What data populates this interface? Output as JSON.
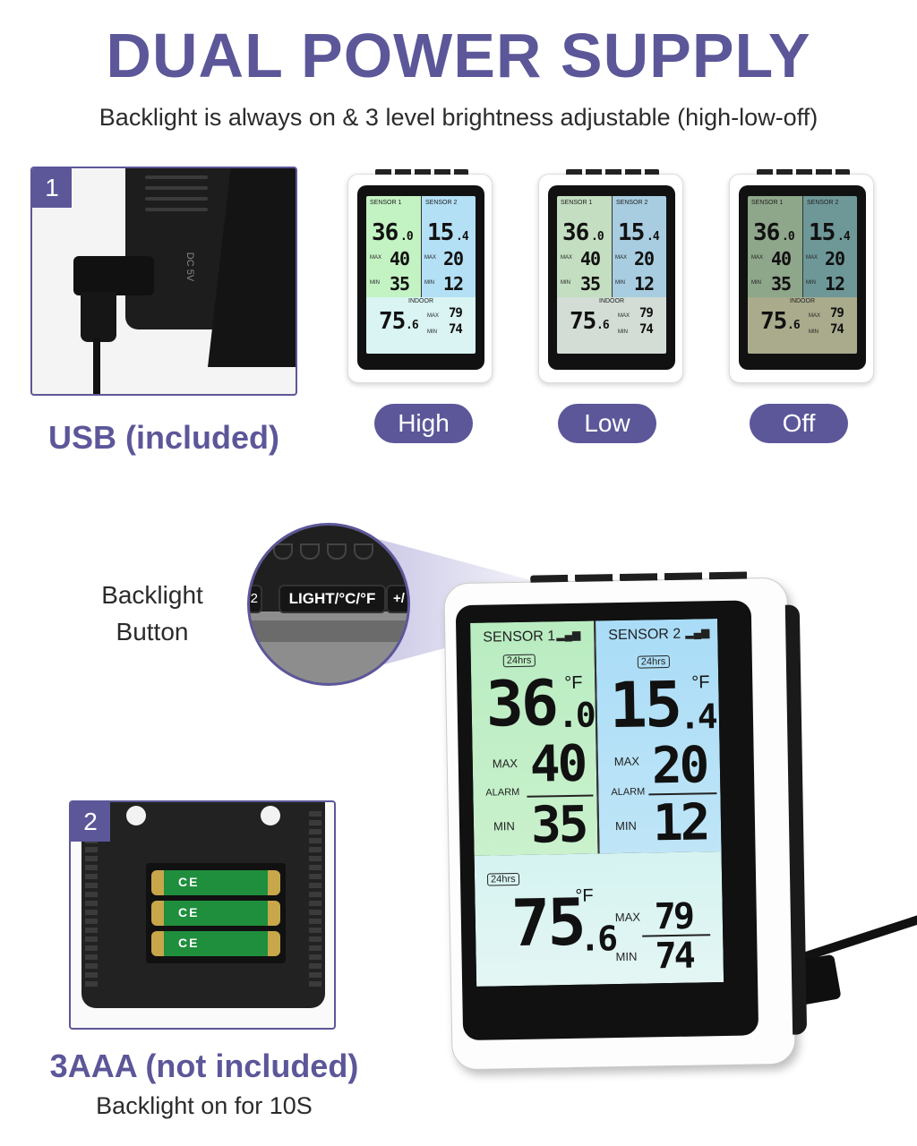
{
  "header": {
    "title": "DUAL POWER SUPPLY",
    "subtitle": "Backlight is always on & 3 level brightness adjustable (high-low-off)"
  },
  "usb": {
    "number": "1",
    "device_mark": "DC 5V",
    "label": "USB (included)"
  },
  "brightness_levels": [
    {
      "label": "High",
      "left_color": "#c3f2c3",
      "right_color": "#b4e0f6",
      "bottom_color": "#d9f4f2"
    },
    {
      "label": "Low",
      "left_color": "#c3dec0",
      "right_color": "#a8cde0",
      "bottom_color": "#d3ddd6"
    },
    {
      "label": "Off",
      "left_color": "#8ea68a",
      "right_color": "#6e9898",
      "bottom_color": "#a9ab8c"
    }
  ],
  "display": {
    "sensor1_label": "SENSOR 1",
    "sensor2_label": "SENSOR 2",
    "badge": "24hrs",
    "unit": "°F",
    "max_label": "MAX",
    "min_label": "MIN",
    "alarm_label": "ALARM",
    "indoor_label": "INDOOR",
    "sensor1_temp": "36",
    "sensor1_temp_dec": ".0",
    "sensor1_max": "40",
    "sensor1_min": "35",
    "sensor2_temp": "15",
    "sensor2_temp_dec": ".4",
    "sensor2_max": "20",
    "sensor2_min": "12",
    "indoor_temp": "75",
    "indoor_temp_dec": ".6",
    "indoor_max": "79",
    "indoor_min": "74"
  },
  "callout": {
    "label_line1": "Backlight",
    "label_line2": "Button",
    "button_text": "LIGHT/°C/°F",
    "left_button_text": "2",
    "right_button_text": "+/"
  },
  "battery": {
    "number": "2",
    "mark": "CE",
    "label": "3AAA (not included)",
    "sub": "Backlight on for 10S"
  },
  "colors": {
    "accent": "#5c5799"
  }
}
